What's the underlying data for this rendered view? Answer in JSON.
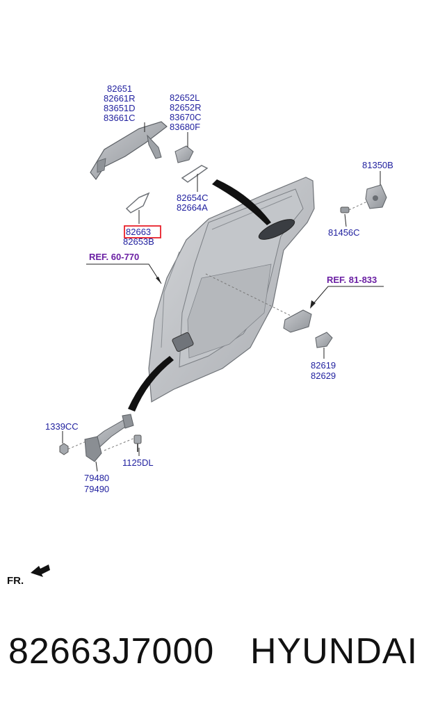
{
  "diagram": {
    "callouts": {
      "handle_group": [
        "82651",
        "82661R",
        "83651D",
        "83661C"
      ],
      "cover_group": [
        "82652L",
        "82652R",
        "83670C",
        "83680F"
      ],
      "gasket_group": [
        "82654C",
        "82664A"
      ],
      "highlighted_part": "82663",
      "highlighted_part_second": "82653B",
      "striker_top": "81350B",
      "striker_bolt": "81456C",
      "inner_handle_group": [
        "82619",
        "82629"
      ],
      "nut": "1339CC",
      "bolt": "1125DL",
      "checker_group": [
        "79480",
        "79490"
      ]
    },
    "references": {
      "door_panel": "REF. 60-770",
      "latch": "REF. 81-833"
    },
    "direction_label": "FR.",
    "highlight_color": "#e8202a"
  },
  "footer": {
    "part_number": "82663J7000",
    "brand": "HYUNDAI"
  }
}
